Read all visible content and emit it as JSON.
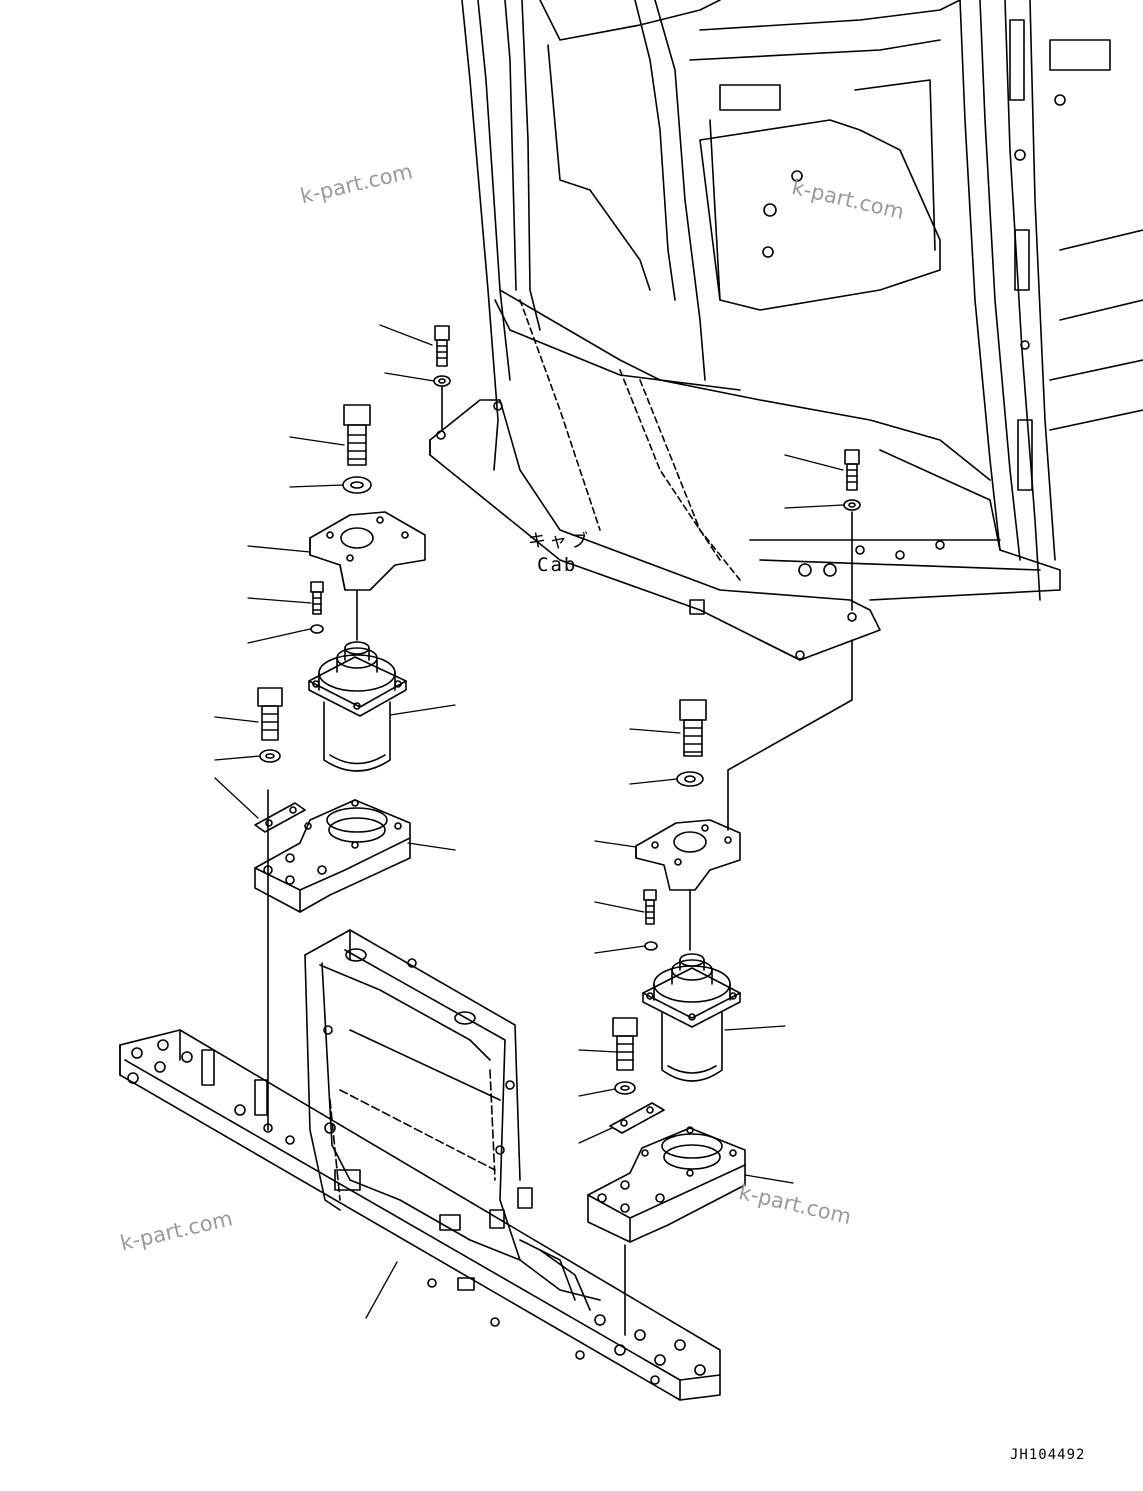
{
  "labels": {
    "cab_japanese": "キャブ",
    "cab_english": "Cab"
  },
  "drawing_code": "JH104492",
  "watermarks": [
    "k-part.com",
    "k-part.com",
    "k-part.com",
    "k-part.com"
  ],
  "colors": {
    "line": "#000000",
    "watermark": "#9a9a9a",
    "background": "#ffffff"
  }
}
